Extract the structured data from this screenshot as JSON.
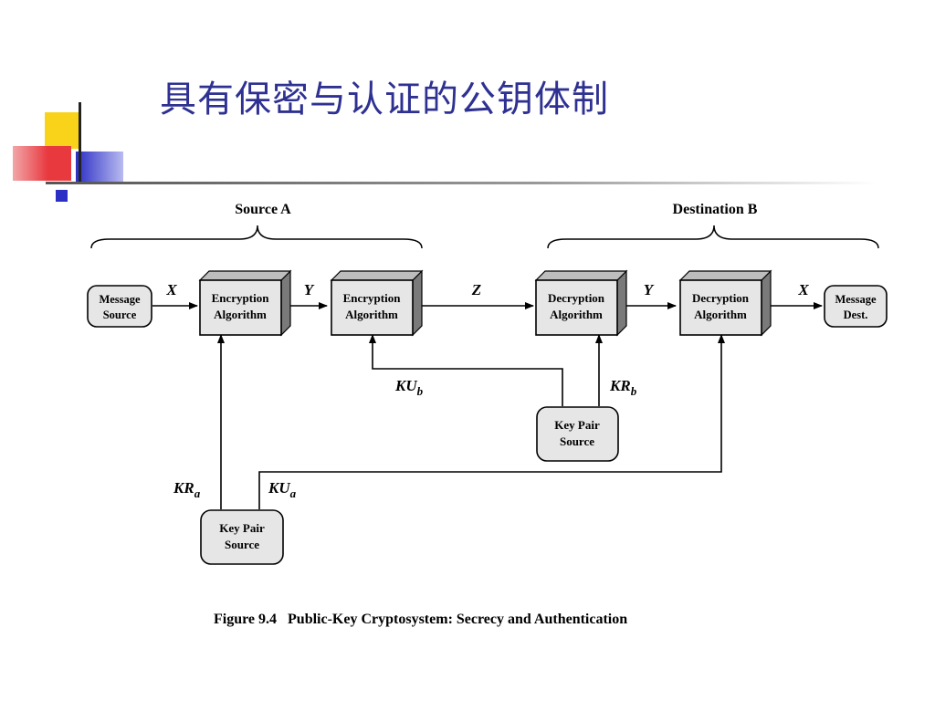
{
  "slide": {
    "title": "具有保密与认证的公钥体制"
  },
  "diagram": {
    "source_label": "Source A",
    "destination_label": "Destination B",
    "message_source": [
      "Message",
      "Source"
    ],
    "message_dest": [
      "Message",
      "Dest."
    ],
    "encryption_1": [
      "Encryption",
      "Algorithm"
    ],
    "encryption_2": [
      "Encryption",
      "Algorithm"
    ],
    "decryption_1": [
      "Decryption",
      "Algorithm"
    ],
    "decryption_2": [
      "Decryption",
      "Algorithm"
    ],
    "key_pair_a": [
      "Key Pair",
      "Source"
    ],
    "key_pair_b": [
      "Key Pair",
      "Source"
    ],
    "edge_labels": {
      "x_in": "X",
      "y_1": "Y",
      "z": "Z",
      "y_2": "Y",
      "x_out": "X"
    },
    "key_labels": {
      "kub_main": "KU",
      "kub_sub": "b",
      "krb_main": "KR",
      "krb_sub": "b",
      "kra_main": "KR",
      "kra_sub": "a",
      "kua_main": "KU",
      "kua_sub": "a"
    },
    "caption": "Figure 9.4   Public-Key Cryptosystem: Secrecy and Authentication"
  },
  "colors": {
    "title": "#2e3191",
    "box_fill": "#e6e6e6",
    "box_side": "#7a7a7a",
    "deco_yellow": "#f9d31a",
    "deco_red": "#e8393f",
    "deco_blue": "#2b2fc4"
  }
}
